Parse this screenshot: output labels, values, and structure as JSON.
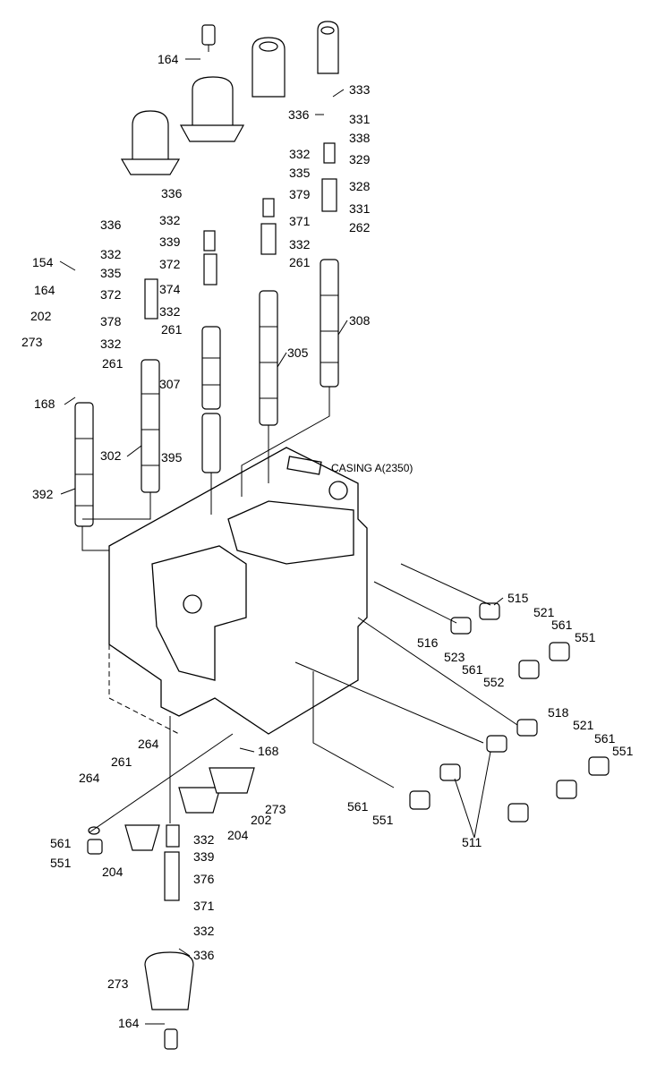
{
  "casing_label": "CASING A(2350)",
  "labels": [
    "164",
    "336",
    "333",
    "331",
    "338",
    "329",
    "328",
    "331",
    "262",
    "332",
    "335",
    "379",
    "371",
    "332",
    "261",
    "336",
    "332",
    "339",
    "372",
    "374",
    "332",
    "261",
    "336",
    "332",
    "335",
    "372",
    "378",
    "332",
    "261",
    "154",
    "164",
    "202",
    "273",
    "168",
    "307",
    "305",
    "308",
    "302",
    "395",
    "392",
    "515",
    "521",
    "561",
    "551",
    "516",
    "523",
    "561",
    "552",
    "518",
    "521",
    "561",
    "551",
    "561",
    "551",
    "511",
    "264",
    "168",
    "261",
    "264",
    "561",
    "551",
    "204",
    "202",
    "273",
    "332",
    "339",
    "376",
    "371",
    "332",
    "336",
    "273",
    "164",
    "204"
  ]
}
